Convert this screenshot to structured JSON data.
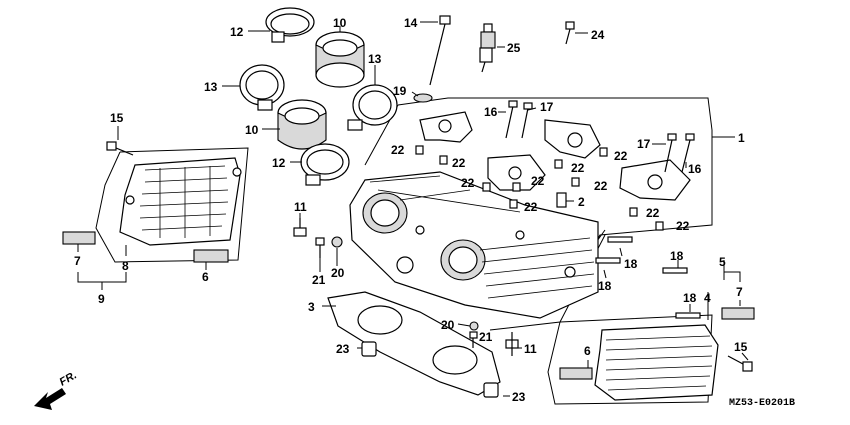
{
  "diagram": {
    "reference_code": "MZ53-E0201B",
    "direction_label": "FR.",
    "callouts": [
      "1",
      "2",
      "3",
      "4",
      "5",
      "6",
      "7",
      "8",
      "9",
      "10",
      "11",
      "12",
      "13",
      "14",
      "15",
      "16",
      "17",
      "18",
      "19",
      "20",
      "21",
      "22",
      "23",
      "24",
      "25"
    ]
  },
  "labels": {
    "l1": "1",
    "l2": "2",
    "l3": "3",
    "l4": "4",
    "l5": "5",
    "l6a": "6",
    "l6b": "6",
    "l7a": "7",
    "l7b": "7",
    "l8": "8",
    "l9": "9",
    "l10a": "10",
    "l10b": "10",
    "l11a": "11",
    "l11b": "11",
    "l12a": "12",
    "l12b": "12",
    "l13a": "13",
    "l13b": "13",
    "l14": "14",
    "l15a": "15",
    "l15b": "15",
    "l16a": "16",
    "l16b": "16",
    "l17a": "17",
    "l17b": "17",
    "l18a": "18",
    "l18b": "18",
    "l18c": "18",
    "l18d": "18",
    "l19": "19",
    "l20a": "20",
    "l20b": "20",
    "l21a": "21",
    "l21b": "21",
    "l22a": "22",
    "l22b": "22",
    "l22c": "22",
    "l22d": "22",
    "l22e": "22",
    "l22f": "22",
    "l22g": "22",
    "l22h": "22",
    "l22i": "22",
    "l22j": "22",
    "l23a": "23",
    "l23b": "23",
    "l24": "24",
    "l25": "25"
  }
}
